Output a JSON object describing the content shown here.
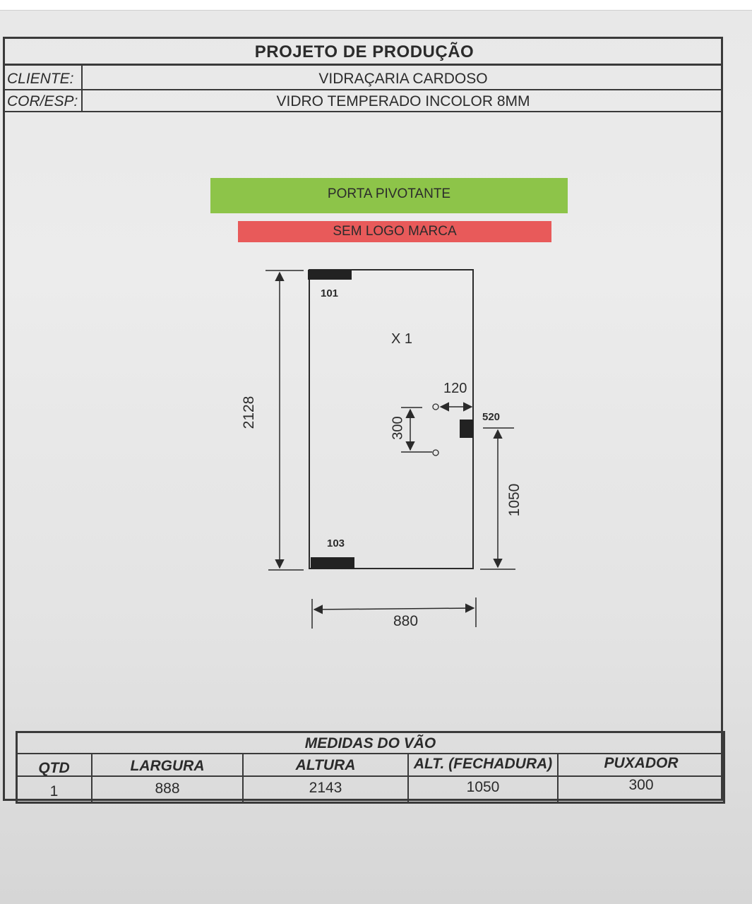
{
  "header": {
    "title": "PROJETO DE PRODUÇÃO",
    "client_label": "CLIENTE:",
    "client_value": "VIDRAÇARIA CARDOSO",
    "color_label": "COR/ESP:",
    "color_value": "VIDRO TEMPERADO INCOLOR 8MM"
  },
  "banners": {
    "type": "PORTA PIVOTANTE",
    "logo": "SEM LOGO MARCA",
    "colors": {
      "green": "#8dc449",
      "red": "#e85a5a"
    }
  },
  "drawing": {
    "hinge_top": "101",
    "hinge_bottom": "103",
    "quantity_mark": "X 1",
    "handle_offset": "120",
    "lock_code": "520",
    "handle_length": "300",
    "height": "2128",
    "lock_height": "1050",
    "width": "880"
  },
  "table": {
    "title": "MEDIDAS DO VÃO",
    "headers": [
      "QTD",
      "LARGURA",
      "ALTURA",
      "ALT. (FECHADURA)",
      "PUXADOR"
    ],
    "row": [
      "1",
      "888",
      "2143",
      "1050",
      "300"
    ]
  }
}
